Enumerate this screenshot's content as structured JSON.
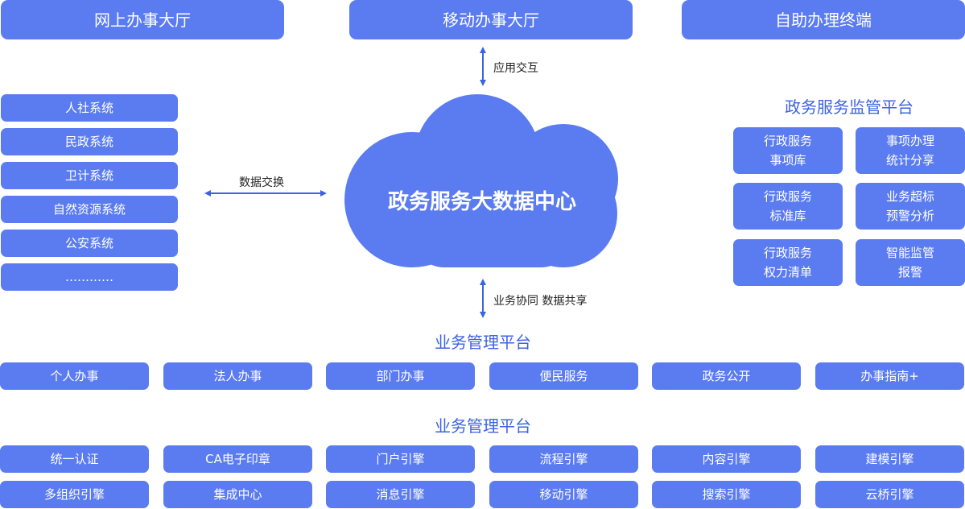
{
  "channels": [
    "网上办事大厅",
    "移动办事大厅",
    "自助办理终端"
  ],
  "interactions": {
    "app_interaction": "应用交互",
    "data_exchange": "数据交换",
    "collab_share": "业务协同 数据共享"
  },
  "center": {
    "title": "政务服务大数据中心"
  },
  "systems": [
    "人社系统",
    "民政系统",
    "卫计系统",
    "自然资源系统",
    "公安系统",
    "…………"
  ],
  "supervision": {
    "title": "政务服务监管平台",
    "items": [
      "行政服务\n事项库",
      "事项办理\n统计分享",
      "行政服务\n标准库",
      "业务超标\n预警分析",
      "行政服务\n权力清单",
      "智能监管\n报警"
    ]
  },
  "business_platform": {
    "title": "业务管理平台",
    "items": [
      "个人办事",
      "法人办事",
      "部门办事",
      "便民服务",
      "政务公开",
      "办事指南+"
    ]
  },
  "engine_platform": {
    "title": "业务管理平台",
    "row1": [
      "统一认证",
      "CA电子印章",
      "门户引擎",
      "流程引擎",
      "内容引擎",
      "建模引擎"
    ],
    "row2": [
      "多组织引擎",
      "集成中心",
      "消息引擎",
      "移动引擎",
      "搜索引擎",
      "云桥引擎"
    ]
  },
  "colors": {
    "box": "#5b7cf0",
    "cloud": "#5b7cf0",
    "heading": "#3d63e0",
    "arrow": "#3d63e0"
  }
}
